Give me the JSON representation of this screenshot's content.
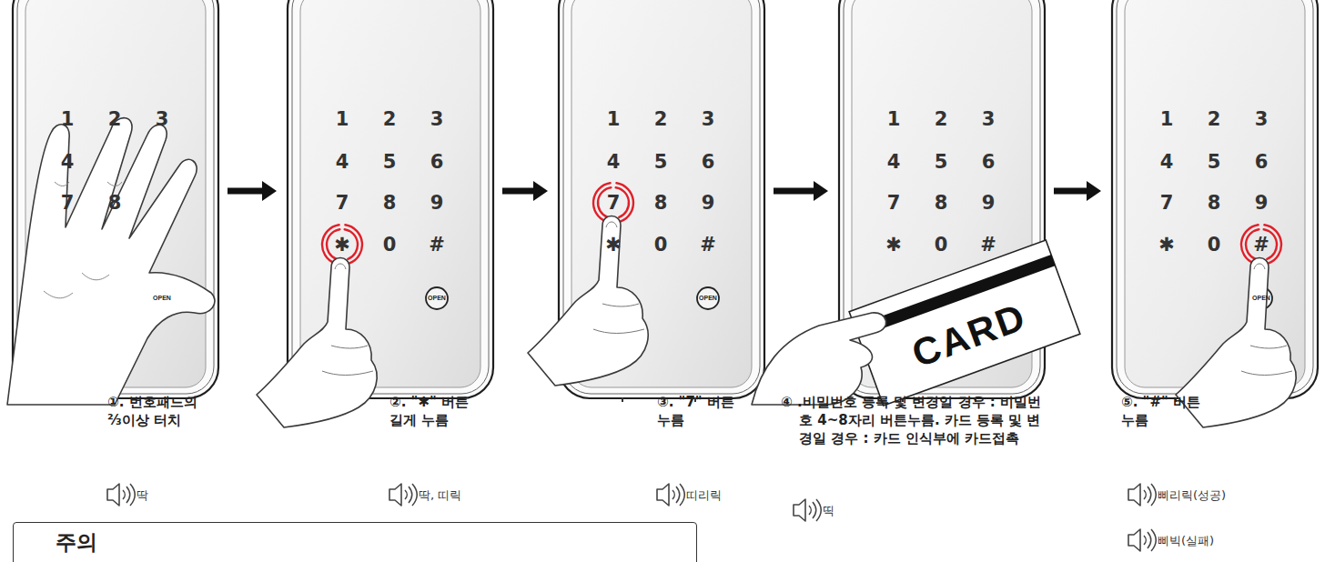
{
  "diagram": {
    "nodes": [
      {
        "text": [
          "1",
          "2",
          "3",
          "4",
          "7",
          "8",
          "OPEN"
        ]
      },
      {
        "text": [
          "1",
          "2",
          "3",
          "4",
          "5",
          "6",
          "7",
          "8",
          "9",
          "✱",
          "0",
          "#",
          "OPEN"
        ]
      },
      {
        "text": [
          "1",
          "2",
          "3",
          "4",
          "5",
          "6",
          "7",
          "8",
          "9",
          "✱",
          "0",
          "#",
          "OPEN"
        ]
      },
      {
        "text": [
          "1",
          "2",
          "3",
          "4",
          "5",
          "6",
          "7",
          "8",
          "9",
          "✱",
          "0",
          "#"
        ]
      },
      {
        "text": [
          "1",
          "2",
          "3",
          "4",
          "5",
          "6",
          "7",
          "8",
          "9",
          "✱",
          "0",
          "#",
          "OPEN"
        ]
      },
      {
        "text": [
          "주의"
        ]
      }
    ],
    "edges": [
      {
        "from": 0,
        "to": 1,
        "arrow": "to"
      },
      {
        "from": 1,
        "to": 2,
        "arrow": "to"
      },
      {
        "from": 2,
        "to": 3,
        "arrow": "to"
      },
      {
        "from": 3,
        "to": 4,
        "arrow": "to"
      }
    ],
    "labels": [
      "①. 번호패드의 ⅔이상 터치",
      "딱",
      "②. \"✱\" 버튼 길게 누름",
      "딱, 띠릭",
      "③. \"7\" 버튼 누름",
      "띠리릭",
      "④ .비밀번호 등록 및 변경일 경우 : 비밀번호 4~8자리 버튼누름. 카드 등록 및 변경일 경우 : 카드 인식부에 카드접촉",
      "띡",
      "⑤. \"#\" 버튼 누름",
      "삐리릭(성공)",
      "삐빅(실패)",
      "CARD",
      "!"
    ]
  }
}
